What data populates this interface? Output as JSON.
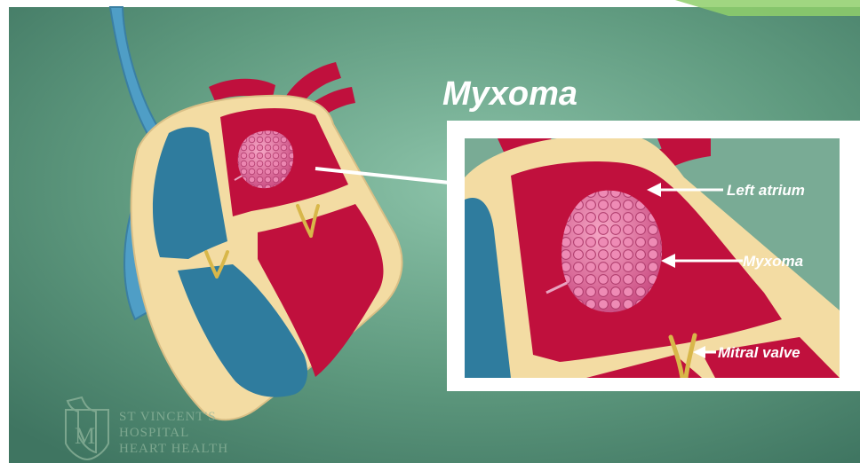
{
  "slide": {
    "title": "Myxoma",
    "labels": {
      "left_atrium": "Left atrium",
      "myxoma": "Myxoma",
      "mitral_valve": "Mitral valve"
    },
    "logo": {
      "lines": [
        "ST VINCENT'S",
        "HOSPITAL",
        "HEART HEALTH"
      ]
    }
  },
  "colors": {
    "background": "#5f9a7f",
    "heart_wall": "#f3dca3",
    "oxygenated_blood": "#c0103d",
    "deoxygenated_blood": "#2f7c9e",
    "tumor": "#e06a9a",
    "valve": "#d8b74a",
    "vessel": "#4f9ec6"
  },
  "icons": [
    "heart-diagram",
    "myxoma-tumor",
    "mitral-valve",
    "arrow-left-icon",
    "hospital-crest-logo"
  ]
}
